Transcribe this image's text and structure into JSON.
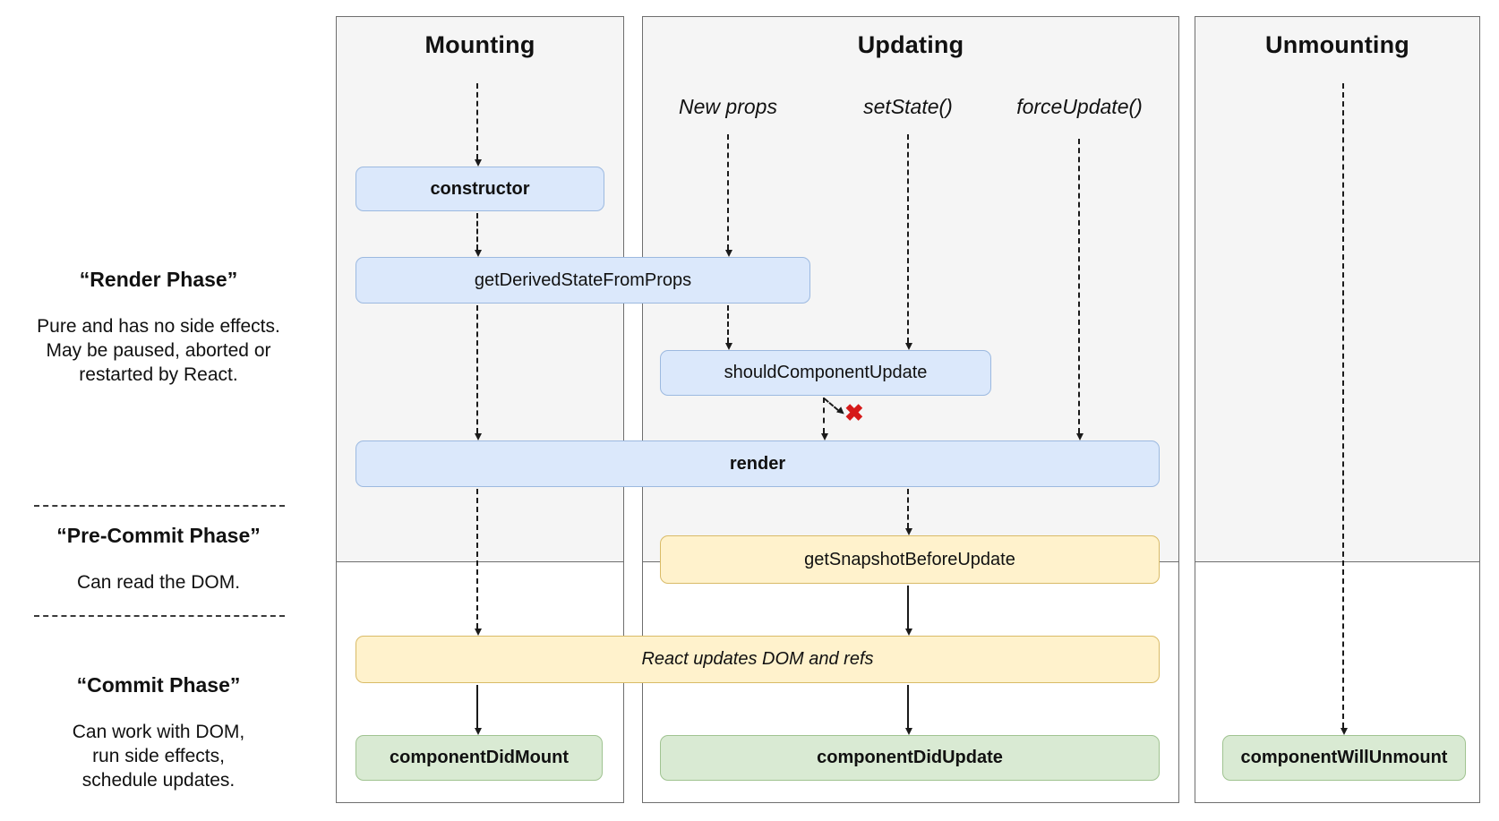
{
  "columns": {
    "mounting": {
      "title": "Mounting"
    },
    "updating": {
      "title": "Updating"
    },
    "unmounting": {
      "title": "Unmounting"
    }
  },
  "triggers": {
    "new_props": "New props",
    "set_state": "setState()",
    "force_update": "forceUpdate()"
  },
  "phases": {
    "render": {
      "title": "“Render Phase”",
      "description": "Pure and has no side effects.\nMay be paused, aborted or\nrestarted by React."
    },
    "pre_commit": {
      "title": "“Pre-Commit Phase”",
      "description": "Can read the DOM."
    },
    "commit": {
      "title": "“Commit Phase”",
      "description": "Can work with DOM,\nrun side effects,\nschedule updates."
    }
  },
  "nodes": {
    "constructor": "constructor",
    "get_derived_state_from_props": "getDerivedStateFromProps",
    "should_component_update": "shouldComponentUpdate",
    "render": "render",
    "get_snapshot_before_update": "getSnapshotBeforeUpdate",
    "react_updates_dom": "React updates DOM and refs",
    "component_did_mount": "componentDidMount",
    "component_did_update": "componentDidUpdate",
    "component_will_unmount": "componentWillUnmount"
  },
  "markers": {
    "update_skipped": "✖"
  },
  "colors": {
    "panel_background": "#f5f5f5",
    "panel_border": "#6e6e6e",
    "node_blue_fill": "#dbe8fb",
    "node_blue_border": "#9cb9e0",
    "node_yellow_fill": "#fff2cc",
    "node_yellow_border": "#d9bb67",
    "node_green_fill": "#d9ead3",
    "node_green_border": "#a0c391",
    "arrow_color": "#1a1a1a",
    "skip_marker_red": "#d61a1a"
  }
}
